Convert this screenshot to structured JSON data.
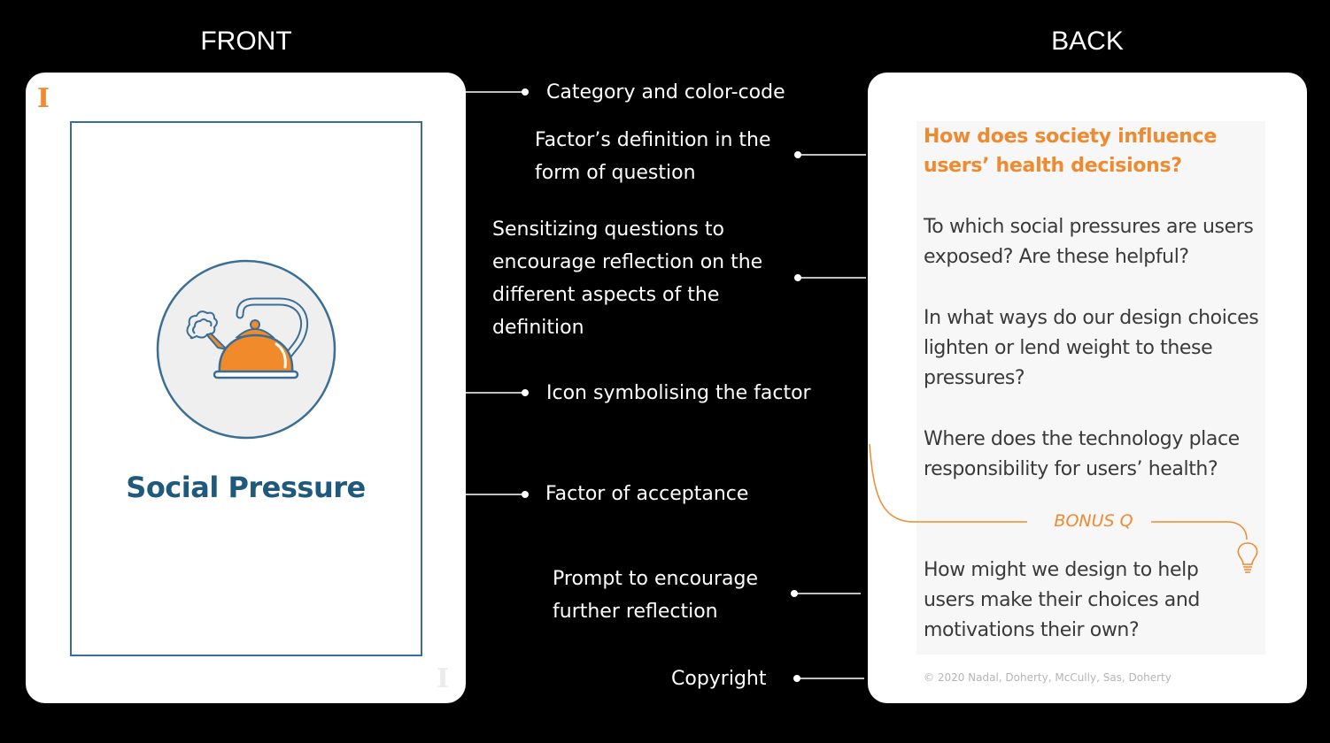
{
  "headings": {
    "front": "FRONT",
    "back": "BACK"
  },
  "front_card": {
    "category_mark": "I",
    "corner_mark": "I",
    "factor_title": "Social Pressure",
    "icon": "kettle-icon",
    "colors": {
      "category": "#ef8a2f",
      "frame": "#3b6e94",
      "title": "#1f5a7d"
    }
  },
  "back_card": {
    "question_title": "How does society influence users’ health decisions?",
    "questions": [
      "To which social pressures are users exposed? Are these helpful?",
      "In what ways do our design choices lighten or lend weight to these pressures?",
      "Where does the technology place responsibility for users’ health?"
    ],
    "bonus_label": "BONUS Q",
    "bonus_question": "How might we design to  help users make their choices and motivations their own?",
    "bonus_icon": "lightbulb-icon",
    "copyright": "© 2020 Nadal, Doherty, McCully, Sas, Doherty",
    "colors": {
      "accent": "#ee8a2f",
      "text": "#3a3a3a"
    }
  },
  "labels": {
    "category": "Category and color-code",
    "definition": [
      "Factor’s definition in the",
      "form of question"
    ],
    "sensitizing": [
      "Sensitizing questions to",
      "encourage reflection on the",
      "different aspects of the",
      "definition"
    ],
    "icon": "Icon symbolising the factor",
    "factor": "Factor of acceptance",
    "prompt": [
      "Prompt to encourage",
      "further reflection"
    ],
    "copyright": "Copyright"
  }
}
